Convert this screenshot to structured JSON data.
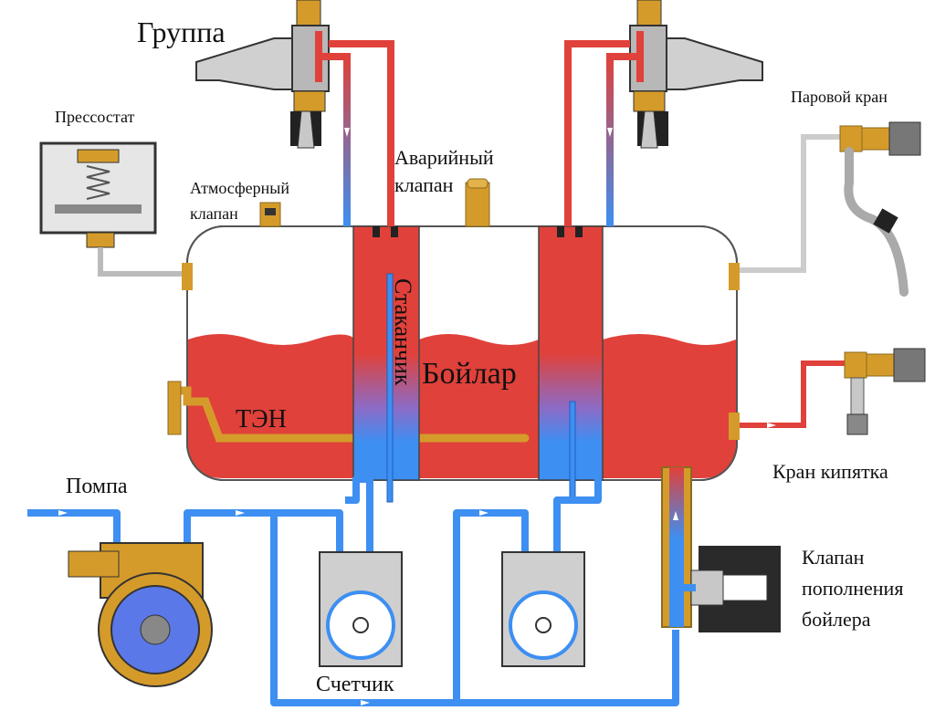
{
  "labels": {
    "group": "Группа",
    "pressostat": "Прессостат",
    "atmos_line1": "Атмосферный",
    "atmos_line2": "клапан",
    "emerg_line1": "Аварийный",
    "emerg_line2": "клапан",
    "steam_tap": "Паровой кран",
    "cup": "Стаканчик",
    "boiler": "Бойлар",
    "heater": "ТЭН",
    "pump": "Помпа",
    "meter": "Счетчик",
    "hot_tap": "Кран кипятка",
    "refill_line1": "Клапан",
    "refill_line2": "пополнения",
    "refill_line3": "бойлера"
  },
  "colors": {
    "hot_water": "#e0413a",
    "cold_water": "#3d8ff2",
    "brass": "#d59b2a",
    "metal": "#c8c8c8",
    "dark": "#2a2a2a",
    "pump_blue": "#5b78e8"
  }
}
